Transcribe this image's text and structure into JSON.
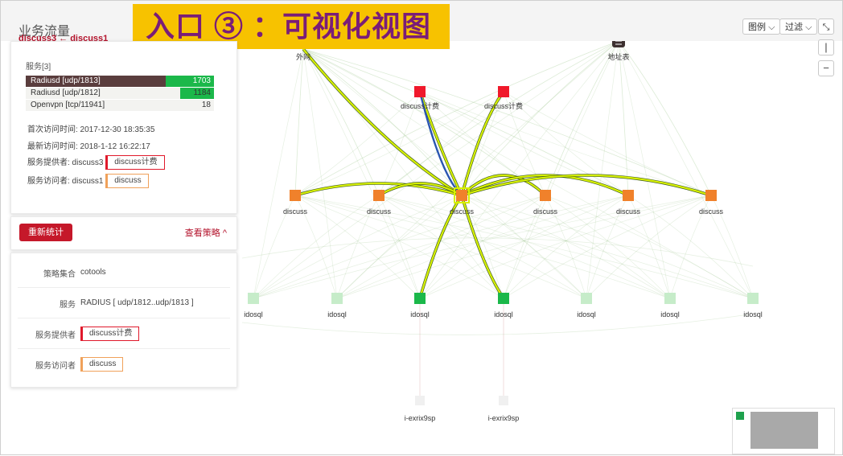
{
  "header": {
    "title": "业务流量",
    "breadcrumb": "discuss3 ← discuss1",
    "banner": "入口 ③ ：可视化视图"
  },
  "toolbar": {
    "legend_label": "图例",
    "filter_label": "过滤",
    "collapse_icon": "collapse-arrows-icon",
    "zoom_reset": "|",
    "zoom_out": "−"
  },
  "connection": {
    "title": "服务[3]",
    "rows": [
      {
        "label": "Radiusd [udp/1813]",
        "value": "1703",
        "fill": 0.25
      },
      {
        "label": "Radiusd [udp/1812]",
        "value": "1184",
        "fill": 0.25
      },
      {
        "label": "Openvpn [tcp/11941]",
        "value": "18",
        "fill": 0.0
      }
    ],
    "first_visit_label": "首次访问时间: 2017-12-30 18:35:35",
    "last_visit_label": "最新访问时间: 2018-1-12 16:22:17",
    "provider_label": "服务提供者: discuss3",
    "provider_tag": "discuss计费",
    "visitor_label": "服务访问者: discuss1",
    "visitor_tag": "discuss"
  },
  "actions": {
    "recalc": "重新统计",
    "view_policy": "查看策略 ^"
  },
  "policy": {
    "set_label": "策略集合",
    "set_value": "cotools",
    "service_label": "服务",
    "service_value": "RADIUS [ udp/1812..udp/1813 ]",
    "provider_label": "服务提供者",
    "provider_tag": "discuss计费",
    "visitor_label": "服务访问者",
    "visitor_tag": "discuss"
  },
  "graph": {
    "external_label": "外网",
    "address_table_label": "地址表",
    "address_table_icon": "list-icon",
    "billing_nodes": [
      "discuss计费",
      "discuss计费"
    ],
    "discuss_nodes": [
      "discuss",
      "discuss",
      "discuss",
      "discuss",
      "discuss",
      "discuss"
    ],
    "db_nodes": [
      "idosql",
      "idosql",
      "idosql",
      "idosql",
      "idosql",
      "idosql",
      "idosql"
    ],
    "leaf_nodes": [
      "i-exrix9sp",
      "i-exrix9sp"
    ],
    "colors": {
      "billing": "#f0192b",
      "discuss": "#f0812b",
      "db_active": "#1bb84a",
      "db_dim": "#c6ecc9",
      "flow": "#d7f000",
      "flow_blue": "#2a55b0"
    }
  }
}
